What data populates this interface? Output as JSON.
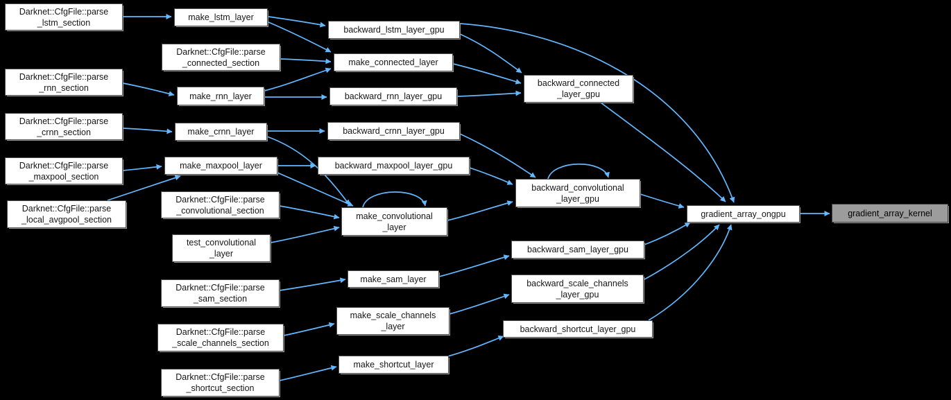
{
  "diagram": {
    "type": "doxygen-caller-graph",
    "focus_node": "gradient_array_kernel"
  },
  "colors": {
    "background": "#000000",
    "node_fill": "#ffffff",
    "node_border": "#4e4e4e",
    "node_shadow": "#9b9b9b",
    "node_text": "#161616",
    "focus_node_fill": "#9c9c9c",
    "edge": "#63b8ff"
  },
  "nodes": {
    "parse_lstm_section": {
      "label": "Darknet::CfgFile::parse\n_lstm_section"
    },
    "parse_rnn_section": {
      "label": "Darknet::CfgFile::parse\n_rnn_section"
    },
    "parse_crnn_section": {
      "label": "Darknet::CfgFile::parse\n_crnn_section"
    },
    "parse_maxpool_section": {
      "label": "Darknet::CfgFile::parse\n_maxpool_section"
    },
    "parse_local_avgpool_section": {
      "label": "Darknet::CfgFile::parse\n_local_avgpool_section"
    },
    "make_lstm_layer": {
      "label": "make_lstm_layer"
    },
    "parse_connected_section": {
      "label": "Darknet::CfgFile::parse\n_connected_section"
    },
    "make_rnn_layer": {
      "label": "make_rnn_layer"
    },
    "make_crnn_layer": {
      "label": "make_crnn_layer"
    },
    "make_maxpool_layer": {
      "label": "make_maxpool_layer"
    },
    "parse_convolutional_section": {
      "label": "Darknet::CfgFile::parse\n_convolutional_section"
    },
    "test_convolutional_layer": {
      "label": "test_convolutional\n_layer"
    },
    "parse_sam_section": {
      "label": "Darknet::CfgFile::parse\n_sam_section"
    },
    "parse_scale_channels_section": {
      "label": "Darknet::CfgFile::parse\n_scale_channels_section"
    },
    "parse_shortcut_section": {
      "label": "Darknet::CfgFile::parse\n_shortcut_section"
    },
    "backward_lstm_layer_gpu": {
      "label": "backward_lstm_layer_gpu"
    },
    "make_connected_layer": {
      "label": "make_connected_layer"
    },
    "backward_rnn_layer_gpu": {
      "label": "backward_rnn_layer_gpu"
    },
    "backward_crnn_layer_gpu": {
      "label": "backward_crnn_layer_gpu"
    },
    "backward_maxpool_layer_gpu": {
      "label": "backward_maxpool_layer_gpu"
    },
    "make_convolutional_layer": {
      "label": "make_convolutional\n_layer"
    },
    "make_sam_layer": {
      "label": "make_sam_layer"
    },
    "make_scale_channels_layer": {
      "label": "make_scale_channels\n_layer"
    },
    "make_shortcut_layer": {
      "label": "make_shortcut_layer"
    },
    "backward_connected_layer_gpu": {
      "label": "backward_connected\n_layer_gpu"
    },
    "backward_convolutional_layer_gpu": {
      "label": "backward_convolutional\n_layer_gpu"
    },
    "backward_sam_layer_gpu": {
      "label": "backward_sam_layer_gpu"
    },
    "backward_scale_channels_layer_gpu": {
      "label": "backward_scale_channels\n_layer_gpu"
    },
    "backward_shortcut_layer_gpu": {
      "label": "backward_shortcut_layer_gpu"
    },
    "gradient_array_ongpu": {
      "label": "gradient_array_ongpu"
    },
    "gradient_array_kernel": {
      "label": "gradient_array_kernel"
    }
  },
  "edges": [
    {
      "from": "parse_lstm_section",
      "to": "make_lstm_layer"
    },
    {
      "from": "parse_rnn_section",
      "to": "make_rnn_layer"
    },
    {
      "from": "parse_crnn_section",
      "to": "make_crnn_layer"
    },
    {
      "from": "parse_maxpool_section",
      "to": "make_maxpool_layer"
    },
    {
      "from": "parse_local_avgpool_section",
      "to": "make_maxpool_layer"
    },
    {
      "from": "parse_connected_section",
      "to": "make_connected_layer"
    },
    {
      "from": "parse_convolutional_section",
      "to": "make_convolutional_layer"
    },
    {
      "from": "test_convolutional_layer",
      "to": "make_convolutional_layer"
    },
    {
      "from": "parse_sam_section",
      "to": "make_sam_layer"
    },
    {
      "from": "parse_scale_channels_section",
      "to": "make_scale_channels_layer"
    },
    {
      "from": "parse_shortcut_section",
      "to": "make_shortcut_layer"
    },
    {
      "from": "make_lstm_layer",
      "to": "backward_lstm_layer_gpu"
    },
    {
      "from": "make_lstm_layer",
      "to": "make_connected_layer"
    },
    {
      "from": "make_rnn_layer",
      "to": "backward_rnn_layer_gpu"
    },
    {
      "from": "make_rnn_layer",
      "to": "make_connected_layer"
    },
    {
      "from": "make_crnn_layer",
      "to": "backward_crnn_layer_gpu"
    },
    {
      "from": "make_crnn_layer",
      "to": "make_convolutional_layer"
    },
    {
      "from": "make_maxpool_layer",
      "to": "backward_maxpool_layer_gpu"
    },
    {
      "from": "make_maxpool_layer",
      "to": "make_convolutional_layer"
    },
    {
      "from": "make_convolutional_layer",
      "to": "make_convolutional_layer"
    },
    {
      "from": "make_convolutional_layer",
      "to": "backward_convolutional_layer_gpu"
    },
    {
      "from": "make_sam_layer",
      "to": "backward_sam_layer_gpu"
    },
    {
      "from": "make_scale_channels_layer",
      "to": "backward_scale_channels_layer_gpu"
    },
    {
      "from": "make_shortcut_layer",
      "to": "backward_shortcut_layer_gpu"
    },
    {
      "from": "backward_lstm_layer_gpu",
      "to": "backward_connected_layer_gpu"
    },
    {
      "from": "backward_lstm_layer_gpu",
      "to": "gradient_array_ongpu"
    },
    {
      "from": "make_connected_layer",
      "to": "backward_connected_layer_gpu"
    },
    {
      "from": "backward_rnn_layer_gpu",
      "to": "backward_connected_layer_gpu"
    },
    {
      "from": "backward_crnn_layer_gpu",
      "to": "backward_convolutional_layer_gpu"
    },
    {
      "from": "backward_maxpool_layer_gpu",
      "to": "backward_convolutional_layer_gpu"
    },
    {
      "from": "backward_convolutional_layer_gpu",
      "to": "backward_convolutional_layer_gpu"
    },
    {
      "from": "backward_convolutional_layer_gpu",
      "to": "gradient_array_ongpu"
    },
    {
      "from": "backward_connected_layer_gpu",
      "to": "gradient_array_ongpu"
    },
    {
      "from": "backward_sam_layer_gpu",
      "to": "gradient_array_ongpu"
    },
    {
      "from": "backward_scale_channels_layer_gpu",
      "to": "gradient_array_ongpu"
    },
    {
      "from": "backward_shortcut_layer_gpu",
      "to": "gradient_array_ongpu"
    },
    {
      "from": "gradient_array_ongpu",
      "to": "gradient_array_kernel"
    }
  ]
}
